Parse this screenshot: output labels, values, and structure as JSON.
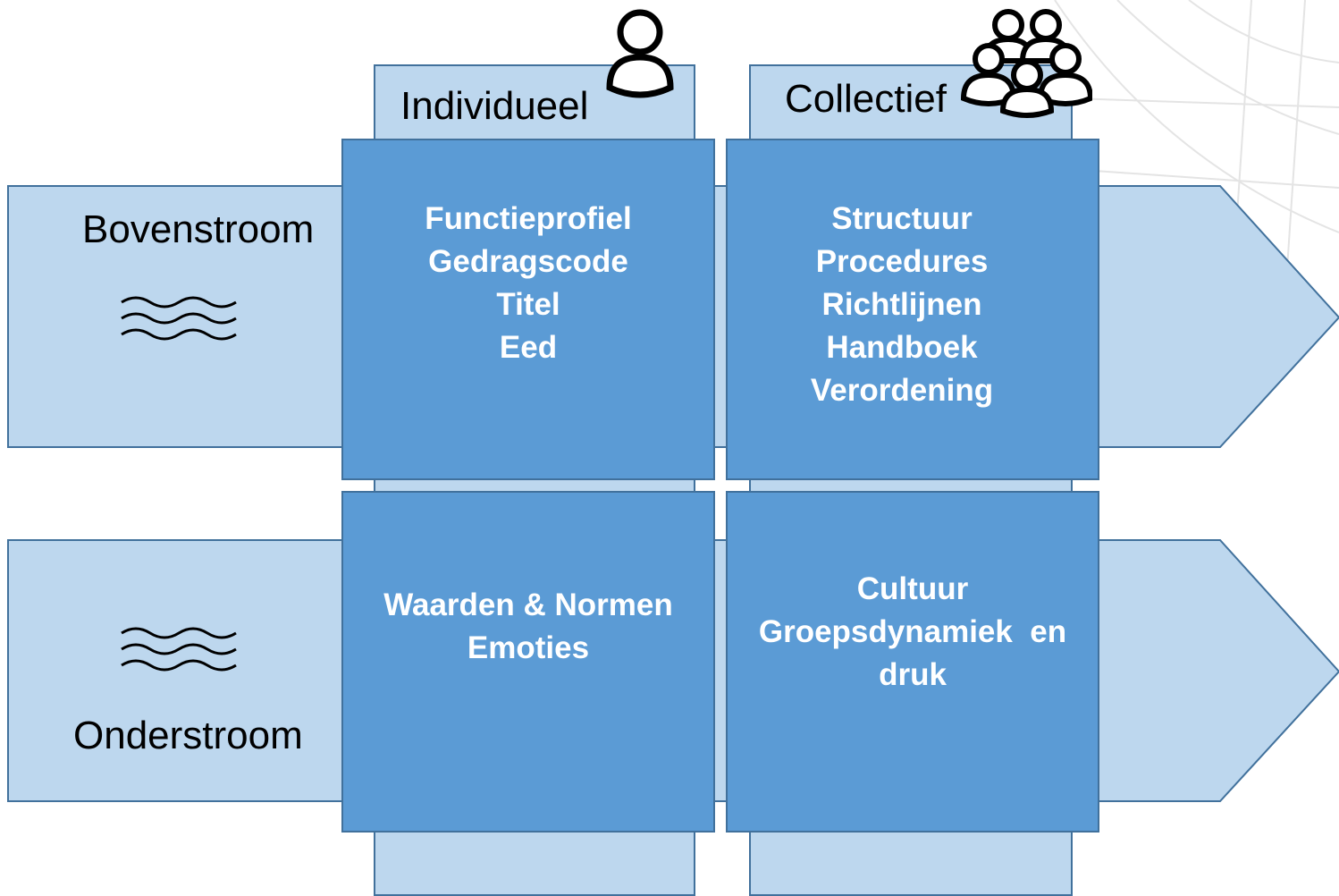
{
  "columns": [
    {
      "label": "Individueel",
      "icon": "person-icon"
    },
    {
      "label": "Collectief",
      "icon": "group-icon"
    }
  ],
  "rows": [
    {
      "label": "Bovenstroom",
      "icon": "waves-icon"
    },
    {
      "label": "Onderstroom",
      "icon": "waves-icon"
    }
  ],
  "cells": {
    "top_left": [
      "Functieprofiel",
      "Gedragscode",
      "Titel",
      "Eed"
    ],
    "top_right": [
      "Structuur",
      "Procedures",
      "Richtlijnen",
      "Handboek",
      "Verordening"
    ],
    "bottom_left": [
      "Waarden & Normen",
      "Emoties"
    ],
    "bottom_right": [
      "Cultuur",
      "Groepsdynamiek  en",
      "druk"
    ]
  },
  "colors": {
    "light_blue": "#bdd7ee",
    "mid_blue": "#5b9bd5",
    "border_blue": "#41719c"
  }
}
